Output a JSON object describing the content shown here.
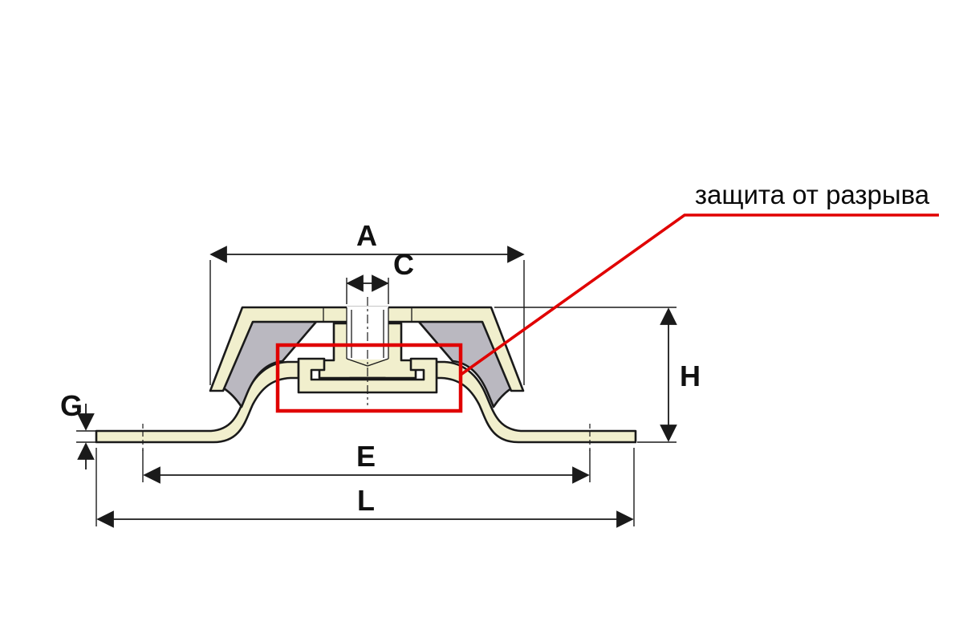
{
  "figure": {
    "type": "technical-cross-section-diagram",
    "annotation": "защита от разрыва",
    "dims": {
      "A": "A",
      "C": "C",
      "H": "H",
      "G": "G",
      "E": "E",
      "L": "L"
    },
    "colors": {
      "metal": "#f1efcd",
      "rubber": "#bab8c0",
      "outline": "#1a1a1a",
      "highlight": "#e00000",
      "background": "#ffffff"
    }
  }
}
